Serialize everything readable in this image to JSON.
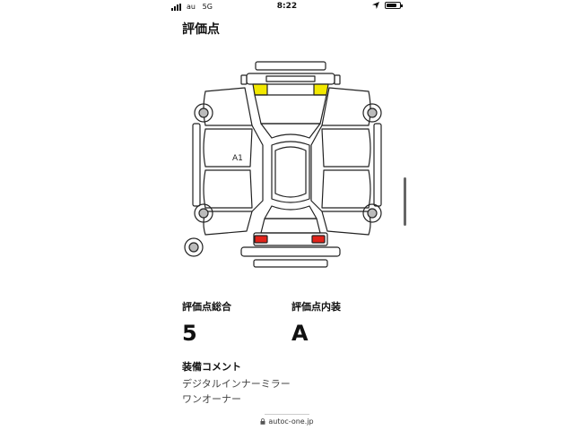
{
  "status_bar": {
    "carrier": "au",
    "network": "5G",
    "time": "8:22",
    "battery_level": 0.8
  },
  "page": {
    "title": "評価点"
  },
  "diagram": {
    "marker_label": "A1",
    "colors": {
      "front_marks": "#f2e800",
      "rear_marks": "#e2231a",
      "outline": "#222222"
    }
  },
  "ratings": {
    "overall_label": "評価点総合",
    "overall_value": "5",
    "interior_label": "評価点内装",
    "interior_value": "A"
  },
  "comments": {
    "heading": "装備コメント",
    "lines": [
      "デジタルインナーミラー",
      "ワンオーナー"
    ]
  },
  "browser": {
    "url": "autoc-one.jp"
  }
}
